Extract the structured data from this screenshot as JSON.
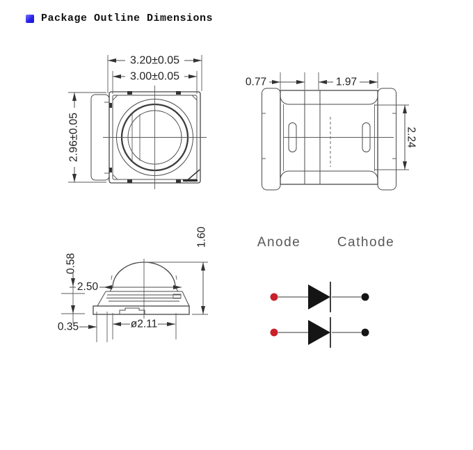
{
  "header": {
    "title": "Package Outline Dimensions",
    "bullet_color": "#2a22e8"
  },
  "top_view": {
    "dim_top_outer": "3.20±0.05",
    "dim_top_inner": "3.00±0.05",
    "dim_left": "2.96±0.05"
  },
  "bottom_view": {
    "dim_left_pad": "0.77",
    "dim_right_pad": "1.97",
    "dim_right_side": "2.24"
  },
  "side_view": {
    "dim_total_height": "1.60",
    "dim_upper_left": "0.58",
    "dim_mid_left": "2.50",
    "dim_lower_left": "0.35",
    "dim_diameter": "ø2.11"
  },
  "circuit": {
    "anode_label": "Anode",
    "cathode_label": "Cathode"
  },
  "colors": {
    "drawing_line": "#4a4a4a",
    "dimension_text": "#1f1f1f",
    "label_gray": "#585858",
    "anode_red": "#c9202a",
    "cathode_black": "#151515",
    "bullet_blue": "#2a22e8"
  }
}
